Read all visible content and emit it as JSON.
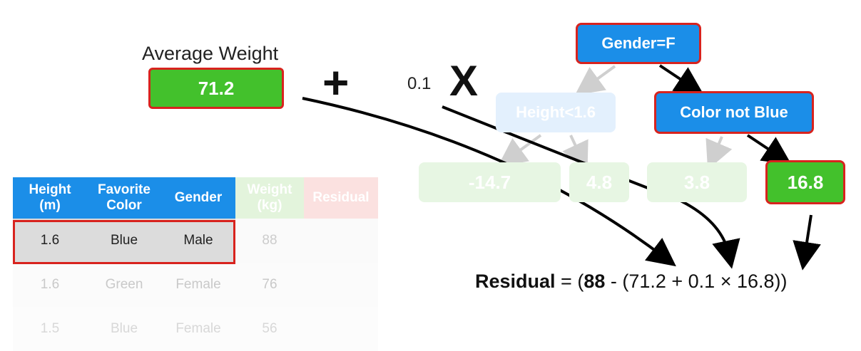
{
  "average": {
    "label": "Average Weight",
    "value": "71.2"
  },
  "operators": {
    "plus": "+",
    "times": "X"
  },
  "learning_rate": "0.1",
  "tree": {
    "root": "Gender=F",
    "left": "Height<1.6",
    "right": "Color not Blue",
    "leaves": [
      "-14.7",
      "4.8",
      "3.8",
      "16.8"
    ]
  },
  "table": {
    "headers": [
      [
        "Height",
        "(m)"
      ],
      [
        "Favorite",
        "Color"
      ],
      [
        "Gender"
      ],
      [
        "Weight",
        "(kg)"
      ],
      [
        "Residual"
      ]
    ],
    "rows": [
      [
        "1.6",
        "Blue",
        "Male",
        "88",
        ""
      ],
      [
        "1.6",
        "Green",
        "Female",
        "76",
        ""
      ],
      [
        "1.5",
        "Blue",
        "Female",
        "56",
        ""
      ]
    ]
  },
  "formula": {
    "label": "Residual",
    "eq": " = (",
    "observed": "88",
    "rest": " - (71.2 + 0.1 × 16.8))"
  },
  "colors": {
    "blue": "#1b8ee8",
    "green": "#43c12c",
    "red_outline": "#d8231e"
  }
}
